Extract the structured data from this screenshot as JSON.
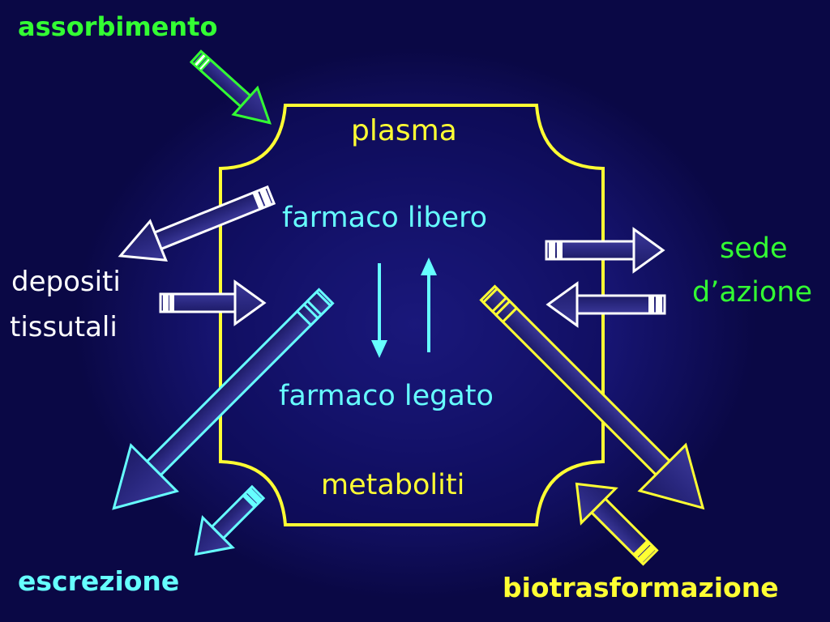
{
  "colors": {
    "green": "#33ff33",
    "cyan": "#66ffff",
    "yellow": "#ffff33",
    "white": "#ffffff",
    "plasma_border": "#ffff33"
  },
  "labels": {
    "assorbimento": "assorbimento",
    "plasma": "plasma",
    "farmaco_libero": "farmaco libero",
    "farmaco_legato": "farmaco legato",
    "metaboliti": "metaboliti",
    "depositi": "depositi",
    "tissutali": "tissutali",
    "sede": "sede",
    "dazione": "d’azione",
    "escrezione": "escrezione",
    "biotrasformazione": "biotrasformazione"
  }
}
